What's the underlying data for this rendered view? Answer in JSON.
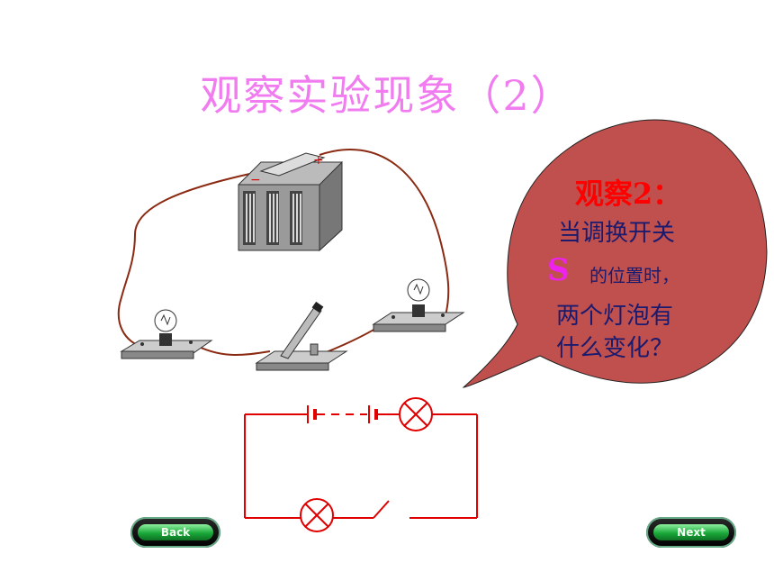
{
  "slide": {
    "title": "观察实验现象（2）"
  },
  "bubble": {
    "heading": "观察2：",
    "line1": "当调换开关",
    "line2_symbol": "S",
    "line2_text": "的位置时，",
    "line3": "两个灯泡有",
    "line4": "什么变化？"
  },
  "diagram": {
    "battery_plus": "+",
    "battery_minus": "−"
  },
  "nav": {
    "back_label": "Back",
    "next_label": "Next"
  },
  "colors": {
    "title": "#f07cf0",
    "bubble_fill": "#c0504d",
    "circuit_red": "#e00000",
    "wire_brown": "#8b2a12"
  }
}
